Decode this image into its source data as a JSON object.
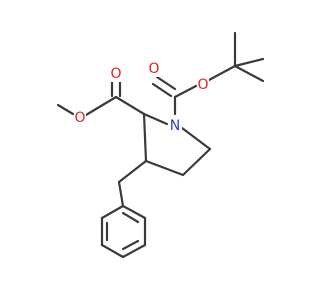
{
  "molecule": {
    "atoms": {
      "o_carbonyl_left": "O",
      "o_ester_left": "O",
      "n_ring": "N",
      "o_carbonyl_right": "O",
      "o_ester_right": "O"
    },
    "colors": {
      "bond": "#3a3a3a",
      "oxygen": "#e2231a",
      "nitrogen": "#2b3fd6",
      "background": "#ffffff"
    }
  }
}
